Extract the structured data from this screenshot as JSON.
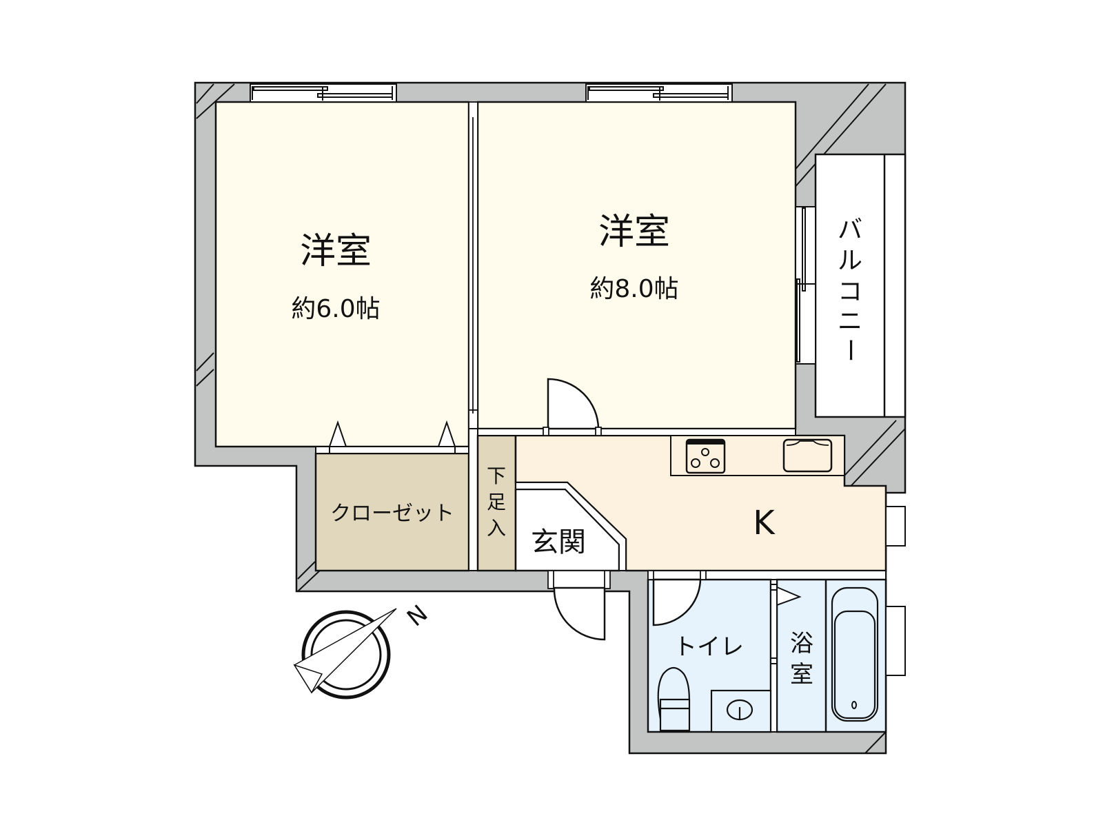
{
  "floorplan": {
    "colors": {
      "wall": "#c3c4c4",
      "western_room": "#fffcee",
      "kitchen": "#fdf1e0",
      "storage": "#e0d7bd",
      "wet_area": "#e7f3fc",
      "entrance": "#ffffff",
      "line": "#111111"
    },
    "rooms": {
      "western_room_1": {
        "name": "洋室",
        "size": "約6.0帖"
      },
      "western_room_2": {
        "name": "洋室",
        "size": "約8.0帖"
      },
      "closet": {
        "name": "クローゼット"
      },
      "shoe_storage": {
        "name_lines": [
          "下",
          "足",
          "入"
        ]
      },
      "entrance": {
        "name": "玄関"
      },
      "kitchen": {
        "name": "K"
      },
      "toilet": {
        "name": "トイレ"
      },
      "bathroom": {
        "name_lines": [
          "浴",
          "室"
        ]
      },
      "balcony": {
        "name_lines": [
          "バ",
          "ル",
          "コ",
          "ニ",
          "ー"
        ]
      }
    },
    "compass": {
      "label": "N"
    }
  }
}
